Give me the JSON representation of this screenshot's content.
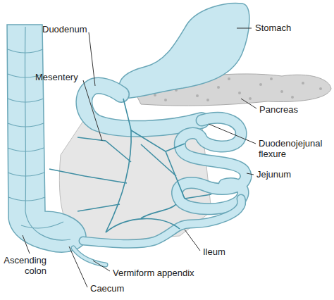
{
  "diagram": {
    "labels": [
      "Stomach",
      "Duodenum",
      "Mesentery",
      "Pancreas",
      "Duodenojejunal flexure",
      "Jejunum",
      "Ileum",
      "Ascending colon",
      "Vermiform appendix",
      "Caecum"
    ]
  }
}
